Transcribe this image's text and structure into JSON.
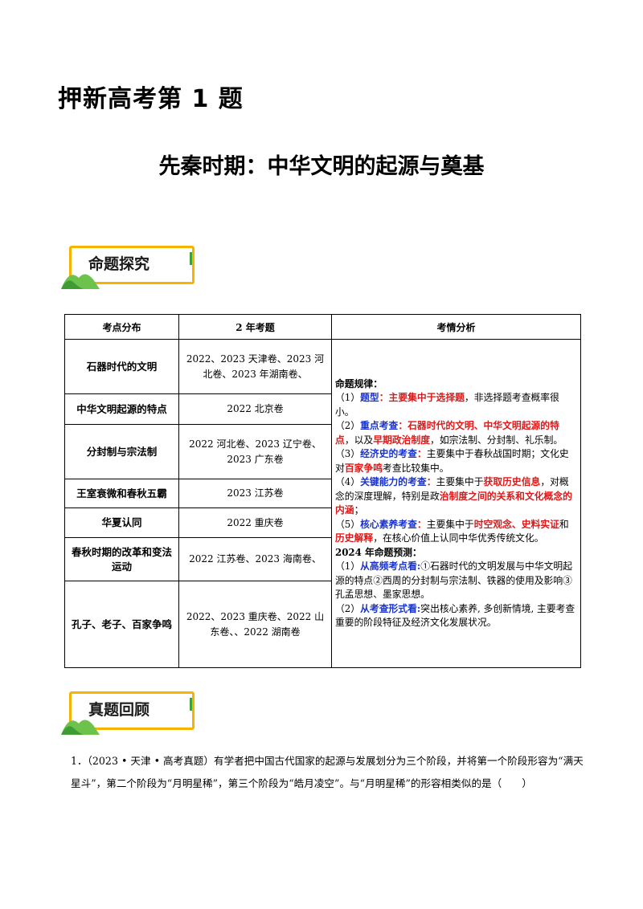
{
  "title": "押新高考第 1 题",
  "subtitle": "先秦时期：中华文明的起源与奠基",
  "sections": {
    "mingti": "命题探究",
    "zhenti": "真题回顾"
  },
  "table": {
    "headers": [
      "考点分布",
      "2 年考题",
      "考情分析"
    ],
    "rows": [
      {
        "topic": "石器时代的文明",
        "years": "2022、2023 天津卷、2023 河北卷、2023 年湖南卷、"
      },
      {
        "topic": "中华文明起源的特点",
        "years": "2022 北京卷"
      },
      {
        "topic": "分封制与宗法制",
        "years": "2022 河北卷、2023 辽宁卷、2023 广东卷"
      },
      {
        "topic": "王室衰微和春秋五霸",
        "years": "2023 江苏卷"
      },
      {
        "topic": "华夏认同",
        "years": "2022 重庆卷"
      },
      {
        "topic": "春秋时期的改革和变法运动",
        "years": "2022 江苏卷、2023 海南卷、"
      },
      {
        "topic": "孔子、老子、百家争鸣",
        "years": "2022、2023 重庆卷、2022 山东卷、、2022 湖南卷"
      }
    ],
    "analysis": {
      "rule_heading": "命题规律：",
      "p1": {
        "num": "（1）",
        "k": "题型",
        "colon": "：",
        "r1": "主要集中于选择题",
        "t1": "，非选择题考查概率很小。"
      },
      "p2": {
        "num": "（2）",
        "k": "重点考查",
        "colon": "：",
        "r1": "石器时代的文明、中华文明起源的特点",
        "t1": "，以及",
        "r2": "早期政治制度",
        "t2": "，如宗法制、分封制、礼乐制。"
      },
      "p3": {
        "num": "（3）",
        "k": "经济史的考查",
        "colon": "：",
        "t1": "主要集中于春秋战国时期；文化史对",
        "r1": "百家争鸣",
        "t2": "考查比较集中。"
      },
      "p4": {
        "num": "（4）",
        "k": "关键能力的考查",
        "colon": "：",
        "t1": "主要集中于",
        "r1": "获取历史信息",
        "t2": "，对概念的深度理解，特别是政",
        "r2": "治制度之间的关系和文化概念的内涵",
        "t3": "；"
      },
      "p5": {
        "num": "（5）",
        "k": "核心素养考查",
        "colon": "：",
        "t1": "主要集中于",
        "r1": "时空观念、史料实证",
        "t2": "和",
        "r2": "历史解释",
        "t3": "，在核心价值上认同中华优秀传统文化。"
      },
      "forecast_heading": "2024 年命题预测：",
      "f1": {
        "num": "（1）",
        "k": "从高频考点看",
        "colon": ":",
        "t1": "①石器时代的文明发展与中华文明起源的特点②西周的分封制与宗法制、铁器的使用及影响③孔孟思想、墨家思想。"
      },
      "f2": {
        "num": "（2）",
        "k": "从考查形式看",
        "colon": ":",
        "t1": "突出核心素养, 多创新情境, 主要考查重要的阶段特征及经济文化发展状况。"
      }
    }
  },
  "question": {
    "text": "1．（2023 • 天津 • 高考真题）有学者把中国古代国家的起源与发展划分为三个阶段，并将第一个阶段形容为“满天星斗”，第二个阶段为“月明星稀”，第三个阶段为“皓月凌空”。与“月明星稀”的形容相类似的是（　　）"
  },
  "colors": {
    "accent": "#f5b400",
    "blue": "#1a33cc",
    "red": "#e01818",
    "green": "#3aa23a"
  }
}
